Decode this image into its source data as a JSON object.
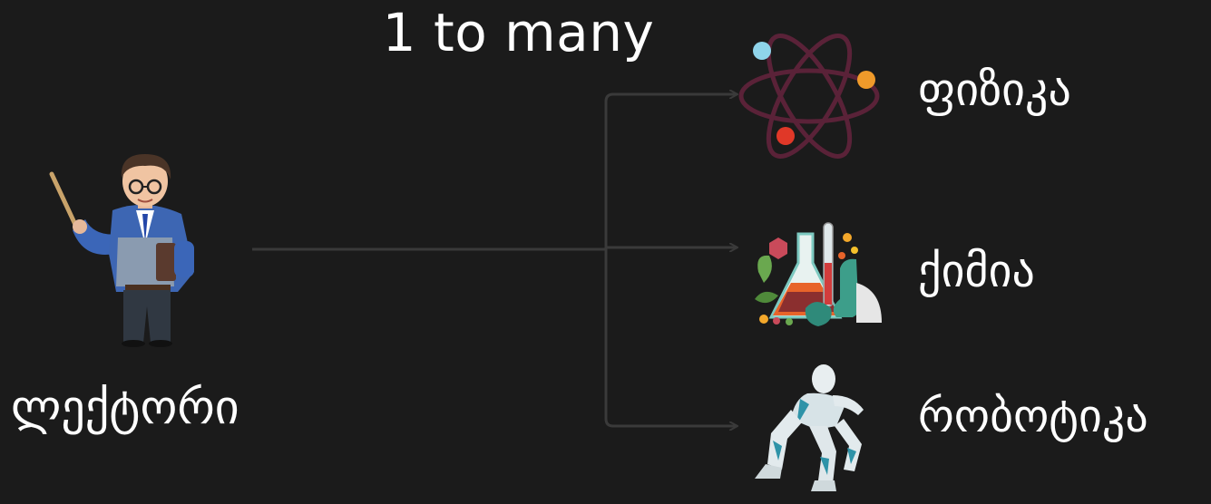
{
  "title": "1 to many",
  "source": {
    "label": "ლექტორი",
    "icon": "teacher-icon"
  },
  "targets": [
    {
      "label": "ფიზიკა",
      "icon": "atom-icon"
    },
    {
      "label": "ქიმია",
      "icon": "chemistry-flask-icon"
    },
    {
      "label": "რობოტიკა",
      "icon": "robot-icon"
    }
  ],
  "colors": {
    "background": "#1b1b1b",
    "connector": "#3a3a3a",
    "text": "#ffffff",
    "atom_orbit": "#5a2238"
  }
}
